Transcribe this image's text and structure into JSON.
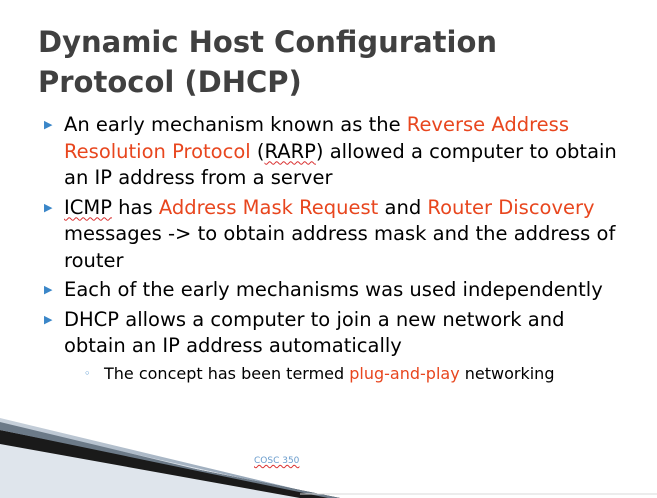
{
  "slide": {
    "title_line1": "Dynamic Host Configuration",
    "title_line2": "Protocol (DHCP)",
    "bullets": [
      {
        "t1": "An early mechanism known as the ",
        "h1": "Reverse Address Resolution Protocol",
        "t2": " (",
        "sq": "RARP",
        "t3": ") allowed a computer to obtain an IP address from a server"
      },
      {
        "sq": "ICMP",
        "t1": " has ",
        "h1": "Address Mask Request",
        "t2": " and ",
        "h2": "Router Discovery",
        "t3": " messages -> to obtain address mask and the address of router"
      },
      {
        "t1": "Each of the early mechanisms was used independently"
      },
      {
        "t1": "DHCP allows a computer to join a new network and obtain an IP address automatically",
        "sub": {
          "t1": "The concept has been termed ",
          "h1": "plug-and-play",
          "t2": " networking"
        }
      }
    ],
    "footer": "COSC 350",
    "colors": {
      "title": "#404040",
      "highlight": "#e8461e",
      "bullet_marker": "#3a86c8",
      "footer": "#6a9ccc"
    },
    "bullet_icon": "triangle-bullet-icon",
    "sub_bullet_icon": "circle-bullet-icon"
  }
}
